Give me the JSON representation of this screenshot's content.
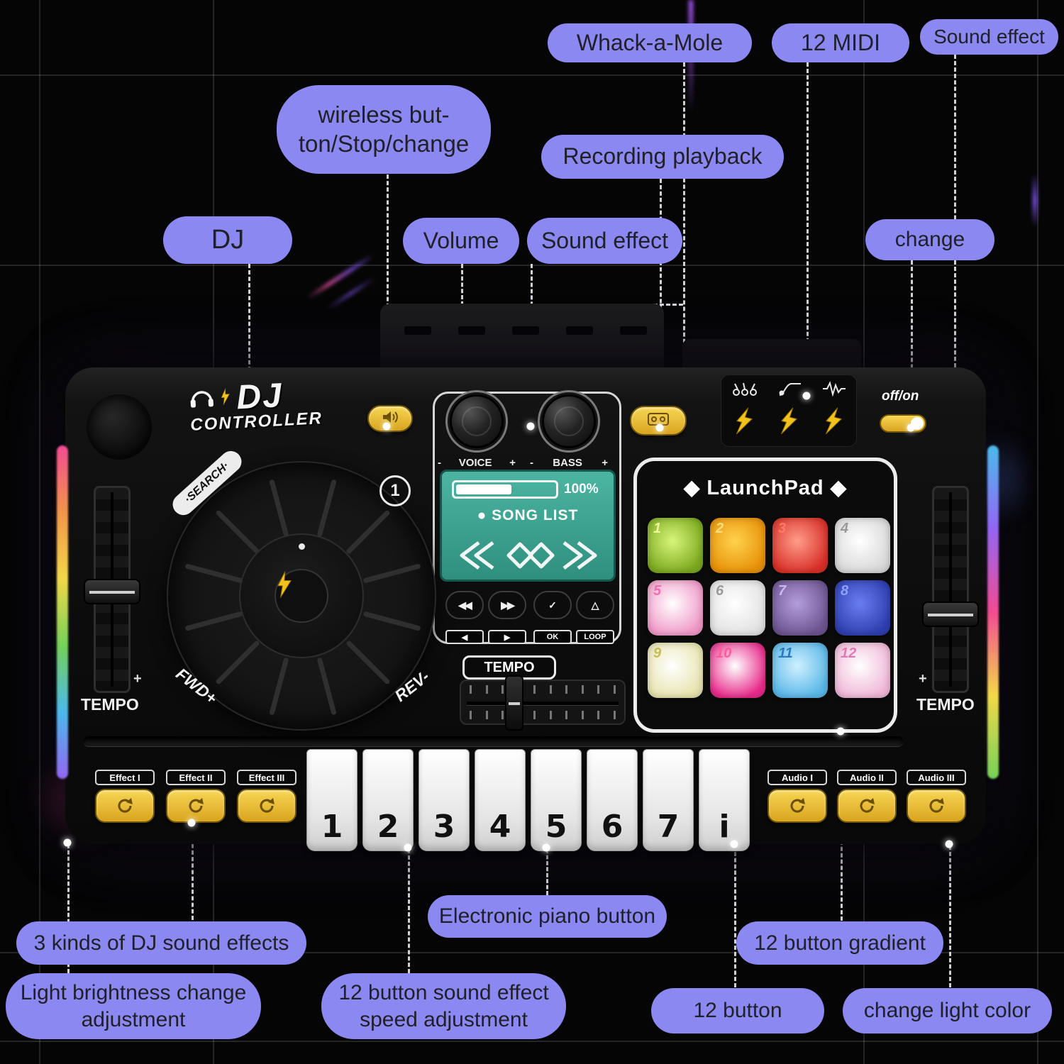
{
  "page": {
    "description": "DJ controller toy product image with annotated feature callouts",
    "background": "#050505"
  },
  "colors": {
    "label_bg": "#8b88f2",
    "label_text": "#202028",
    "button_yellow": "#e9c43d",
    "screen_teal": "#3fa393",
    "bolt_yellow": "#f2c21c",
    "pad_border": "#ececec"
  },
  "callouts": {
    "whack_a_mole": "Whack-a-Mole",
    "midi_12": "12 MIDI",
    "sound_effect_top_right": "Sound effect",
    "wireless_line1": "wireless but-",
    "wireless_line2": "ton/Stop/change",
    "recording_playback": "Recording playback",
    "dj": "DJ",
    "volume": "Volume",
    "sound_effect_center": "Sound effect",
    "change": "change",
    "electronic_piano_button": "Electronic piano button",
    "three_dj_sound_effects": "3 kinds of DJ sound effects",
    "twelve_button_gradient": "12 button gradient",
    "light_brightness_line1": "Light brightness change",
    "light_brightness_line2": "adjustment",
    "twelve_button_sound_line1": "12 button sound effect",
    "twelve_button_sound_line2": "speed adjustment",
    "twelve_button": "12 button",
    "change_light_color": "change light color"
  },
  "device": {
    "brand": {
      "name": "DJ",
      "subtitle": "CONTROLLER"
    },
    "knobs": {
      "voice": "VOICE",
      "bass": "BASS",
      "minus": "-",
      "plus": "+"
    },
    "power": {
      "label": "off/on"
    },
    "jog": {
      "search": "·SEARCH·",
      "fwd": "FWD+",
      "rev": "REV-",
      "badge": "1"
    },
    "tempo": {
      "left": "TEMPO",
      "right": "TEMPO",
      "center": "TEMPO",
      "plus_left": "+",
      "plus_right": "+"
    },
    "screen": {
      "percent": "100%",
      "bullet": "●",
      "song_list": "SONG LIST"
    },
    "transport": {
      "rewind_icon": "◀◀",
      "forward_icon": "▶▶",
      "check_icon": "✓",
      "peak_icon": "△",
      "prev_icon": "◀",
      "next_icon": "▶",
      "ok": "OK",
      "loop": "LOOP"
    },
    "launchpad": {
      "title": "◆ LaunchPad ◆",
      "pads": [
        {
          "num": "1",
          "color": "#7daa20",
          "glow": "#d8f57a",
          "num_color": "#eef59a"
        },
        {
          "num": "2",
          "color": "#e8920a",
          "glow": "#ffd24d",
          "num_color": "#ffdf80"
        },
        {
          "num": "3",
          "color": "#d83028",
          "glow": "#ff9d8a",
          "num_color": "#ff7a66"
        },
        {
          "num": "4",
          "color": "#d8d8d8",
          "glow": "#ffffff",
          "num_color": "#9a9a9a"
        },
        {
          "num": "5",
          "color": "#f09ac8",
          "glow": "#ffffff",
          "num_color": "#f070b0"
        },
        {
          "num": "6",
          "color": "#e2e2e2",
          "glow": "#ffffff",
          "num_color": "#9a9a9a"
        },
        {
          "num": "7",
          "color": "#6d5591",
          "glow": "#b39ddb",
          "num_color": "#cdb6ef"
        },
        {
          "num": "8",
          "color": "#2f3fb0",
          "glow": "#6a7df0",
          "num_color": "#8ea0ff"
        },
        {
          "num": "9",
          "color": "#e8e4b0",
          "glow": "#ffffff",
          "num_color": "#c8bc50"
        },
        {
          "num": "10",
          "color": "#e82a8a",
          "glow": "#ffffff",
          "num_color": "#ff5a9a"
        },
        {
          "num": "11",
          "color": "#5bb8e8",
          "glow": "#d0f0ff",
          "num_color": "#2a7ac0"
        },
        {
          "num": "12",
          "color": "#f0b8d8",
          "glow": "#ffffff",
          "num_color": "#e07ab4"
        }
      ]
    },
    "piano_keys": [
      "1",
      "2",
      "3",
      "4",
      "5",
      "6",
      "7",
      "i"
    ],
    "effect_labels": [
      "Effect I",
      "Effect II",
      "Effect III"
    ],
    "audio_labels": [
      "Audio I",
      "Audio II",
      "Audio III"
    ]
  }
}
